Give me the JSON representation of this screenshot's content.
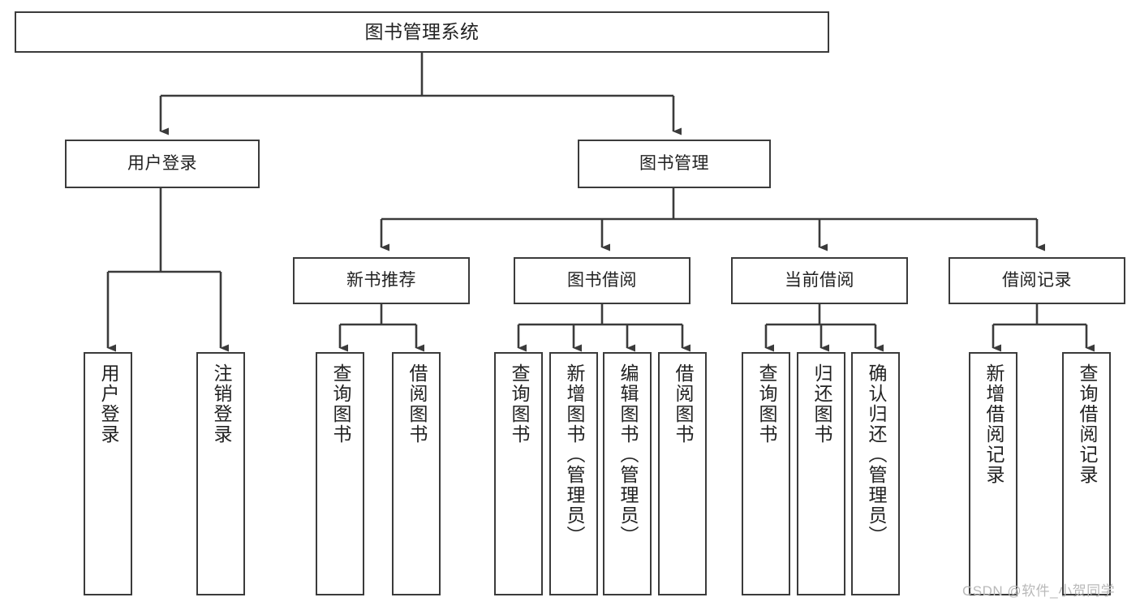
{
  "diagram": {
    "title": "图书管理系统",
    "type": "功能结构图",
    "watermark": "CSDN @软件_小贺同学",
    "theme": {
      "background": "#ffffff",
      "node_border": "#3b3b3b",
      "node_fill": "#ffffff",
      "edge_color": "#3b3b3b",
      "text_color": "#222222",
      "watermark_color": "#b9b9b9"
    },
    "root": {
      "label": "图书管理系统"
    },
    "level2": [
      {
        "label": "用户登录"
      },
      {
        "label": "图书管理"
      }
    ],
    "level3": [
      {
        "label": "新书推荐"
      },
      {
        "label": "图书借阅"
      },
      {
        "label": "当前借阅"
      },
      {
        "label": "借阅记录"
      }
    ],
    "leaves": {
      "user_login": [
        {
          "label": "用户登录"
        },
        {
          "label": "注销登录"
        }
      ],
      "new_book_recommend": [
        {
          "label": "查询图书"
        },
        {
          "label": "借阅图书"
        }
      ],
      "book_borrow": [
        {
          "label": "查询图书"
        },
        {
          "label": "新增图书（管理员）"
        },
        {
          "label": "编辑图书（管理员）"
        },
        {
          "label": "借阅图书"
        }
      ],
      "current_borrow": [
        {
          "label": "查询图书"
        },
        {
          "label": "归还图书"
        },
        {
          "label": "确认归还（管理员）"
        }
      ],
      "borrow_record": [
        {
          "label": "新增借阅记录"
        },
        {
          "label": "查询借阅记录"
        }
      ]
    }
  }
}
